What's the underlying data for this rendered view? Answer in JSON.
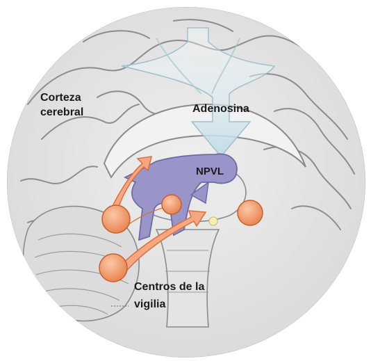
{
  "labels": {
    "cortex_line1": "Corteza",
    "cortex_line2": "cerebral",
    "adenosine": "Adenosina",
    "npvl": "NPVL",
    "wake_line1": "Centros de la",
    "wake_line2": "vigilia"
  },
  "colors": {
    "brain_fill": "#e6e6e6",
    "brain_line": "#8a8a8a",
    "adenosine_arrow": "#cfe3ea",
    "npvl_arrow": "#9a95c8",
    "wake_center": "#f29a6c",
    "wake_arrow": "#f6a77f"
  }
}
